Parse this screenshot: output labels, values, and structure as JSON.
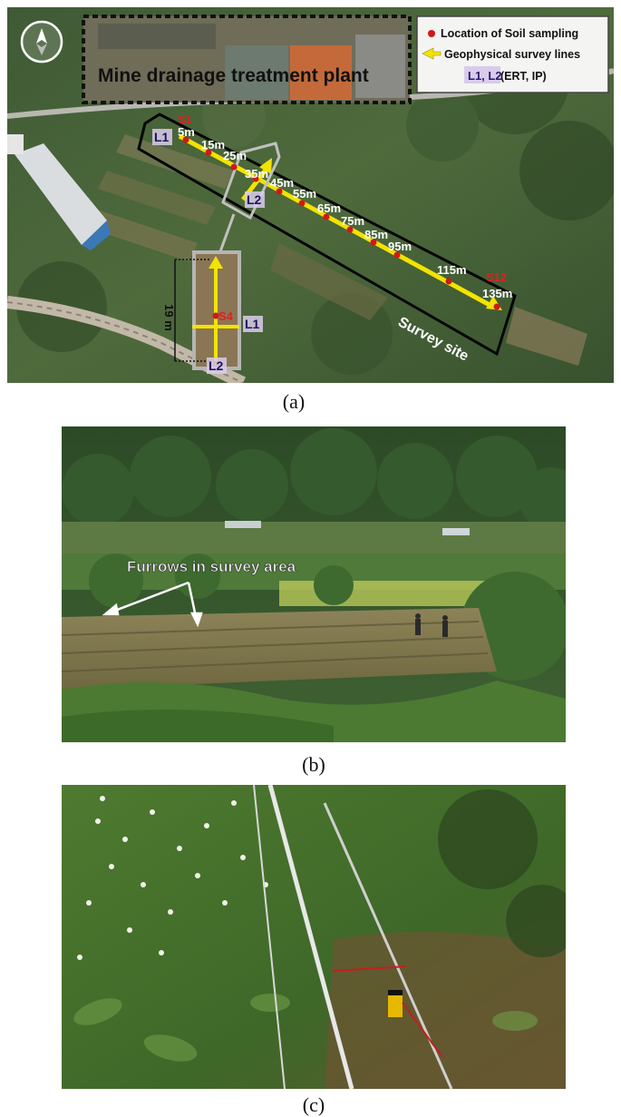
{
  "panel_a": {
    "plant_label": "Mine drainage treatment plant",
    "legend": {
      "soil_sampling": "Location of Soil sampling",
      "survey_lines": "Geophysical survey lines",
      "lines_prefix": "L1, L2",
      "lines_suffix": " (ERT, IP)"
    },
    "line_l1": "L1",
    "line_l2": "L2",
    "samples": {
      "s1": "S1",
      "s4": "S4",
      "s12": "S12"
    },
    "distances": [
      "5m",
      "15m",
      "25m",
      "35m",
      "45m",
      "55m",
      "65m",
      "75m",
      "85m",
      "95m",
      "115m",
      "135m"
    ],
    "inset": {
      "length": "19 m",
      "l1": "L1",
      "l2": "L2"
    },
    "survey_site": "Survey site",
    "colors": {
      "sample": "#d01818",
      "line": "#f2e300",
      "box": "#111111"
    }
  },
  "panel_b": {
    "annotation": "Furrows in survey area"
  },
  "captions": {
    "a": "(a)",
    "b": "(b)",
    "c": "(c)"
  }
}
